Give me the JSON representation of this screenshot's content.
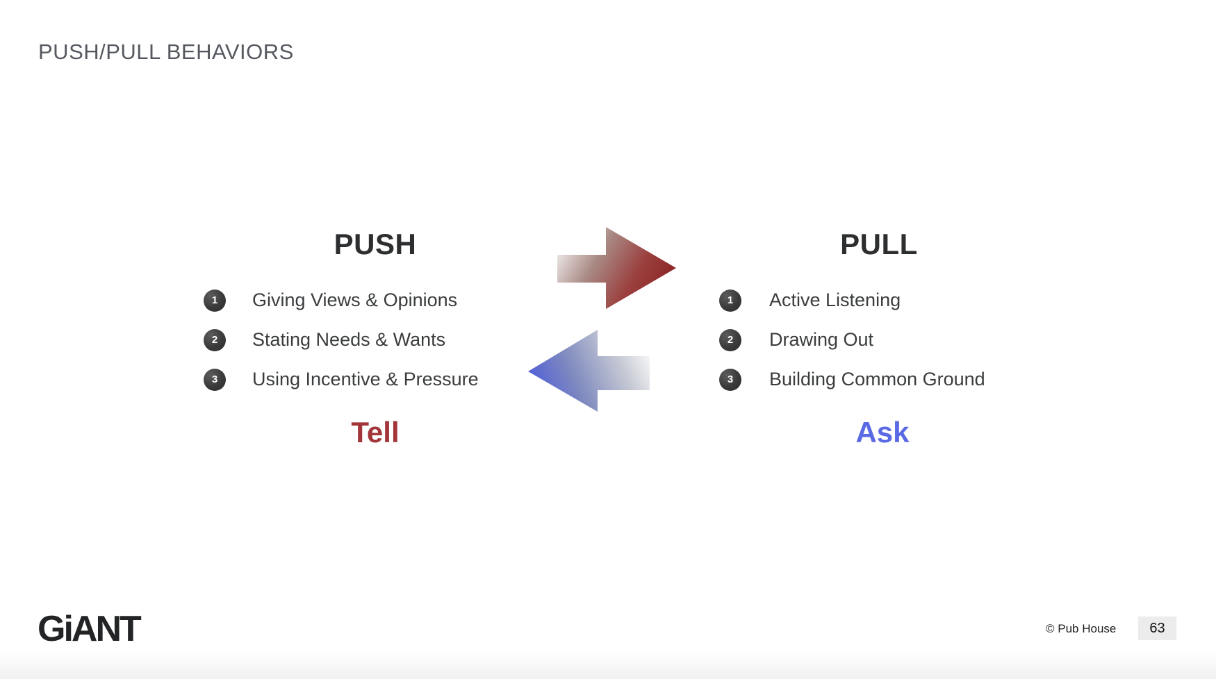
{
  "slide": {
    "title": "PUSH/PULL BEHAVIORS",
    "logo_text": "GiANT",
    "copyright": "© Pub House",
    "page_number": "63"
  },
  "push": {
    "heading": "PUSH",
    "items": [
      {
        "number": "1",
        "label": "Giving Views & Opinions"
      },
      {
        "number": "2",
        "label": "Stating Needs & Wants"
      },
      {
        "number": "3",
        "label": "Using Incentive & Pressure"
      }
    ],
    "keyword": "Tell",
    "keyword_color": "#A23539"
  },
  "pull": {
    "heading": "PULL",
    "items": [
      {
        "number": "1",
        "label": "Active Listening"
      },
      {
        "number": "2",
        "label": "Drawing Out"
      },
      {
        "number": "3",
        "label": "Building Common Ground"
      }
    ],
    "keyword": "Ask",
    "keyword_color": "#5A69E4"
  },
  "arrows": {
    "push_arrow": {
      "direction": "right",
      "gradient": [
        "#F5F3F2",
        "#A98A85",
        "#9B413F",
        "#8C2324"
      ]
    },
    "pull_arrow": {
      "direction": "left",
      "gradient": [
        "#4F5ED8",
        "#7F8ABF",
        "#C6C9D4",
        "#F7F7F7"
      ]
    }
  },
  "badge_color": "#3A3A3A"
}
